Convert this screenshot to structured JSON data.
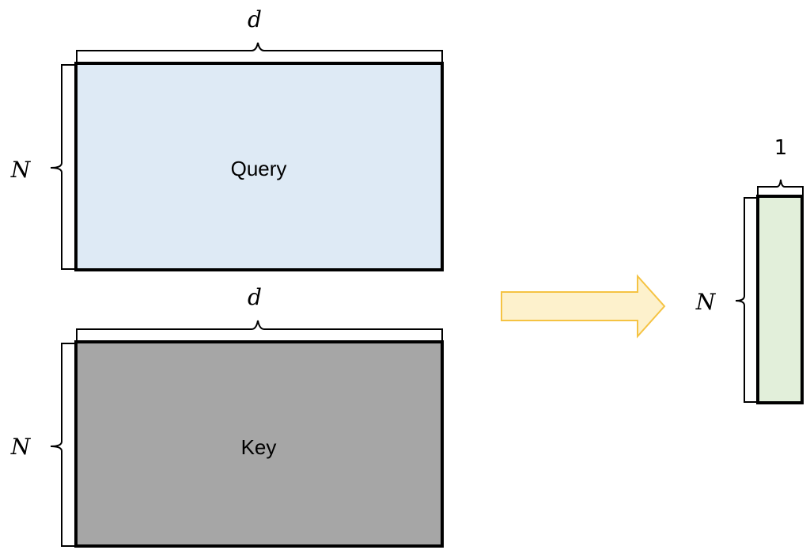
{
  "query": {
    "label": "Query",
    "width_label": "d",
    "height_label": "N",
    "fill": "#deeaf5"
  },
  "key": {
    "label": "Key",
    "width_label": "d",
    "height_label": "N",
    "fill": "#a6a6a6"
  },
  "arrow": {
    "fill": "#fdf1cc",
    "stroke": "#f5c343"
  },
  "output": {
    "width_label": "1",
    "height_label": "N",
    "fill": "#e2efda"
  }
}
